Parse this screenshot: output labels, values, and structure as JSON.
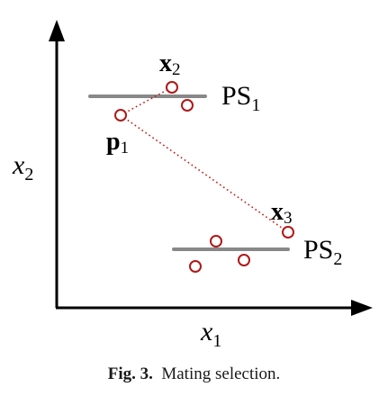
{
  "figure": {
    "axis_x_label": "x",
    "axis_x_sub": "1",
    "axis_y_label": "x",
    "axis_y_sub": "2",
    "front1_label": "PS",
    "front1_sub": "1",
    "front2_label": "PS",
    "front2_sub": "2",
    "point_x2_label": "x",
    "point_x2_sub": "2",
    "point_p1_label": "p",
    "point_p1_sub": "1",
    "point_x3_label": "x",
    "point_x3_sub": "3",
    "colors": {
      "points": "#b01818",
      "fronts": "#888888",
      "link": "#c21a1a"
    }
  },
  "caption": {
    "prefix": "Fig. 3.",
    "text": "Mating selection."
  }
}
